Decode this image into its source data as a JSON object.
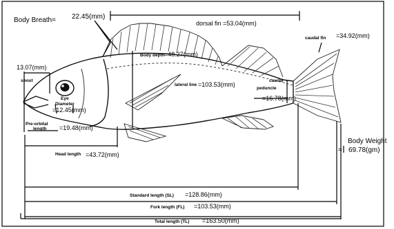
{
  "labels": {
    "body_breath": "Body Breath=",
    "body_breath_value": "22.45(mm)",
    "dorsal_fin": "dorsal fin =53.04(mm)",
    "caudal_fin_label": "caudal fin",
    "caudal_fin_value": "=34.92(mm)",
    "snout_value": "13.07(mm)",
    "snout": "snout",
    "body_depth_label": "Body depth",
    "body_depth_value": "=48.27(mm)",
    "lateral_line_label": "lateral line",
    "lateral_line_value": "=103.53(mm)",
    "eye_label": "Eye",
    "diameter_label": "Diameter",
    "eye_value": "=12.45(mm)",
    "caudal_word": "caudal",
    "peduncle": "peduncle",
    "peduncle_value": "=16.78(mm)",
    "pre_orbital": "Pre-orbital",
    "length": "length",
    "pre_orbital_value": "=19.48(mm)",
    "head_length_label": "Head length",
    "head_length_value": "=43.72(mm)",
    "body_weight_label": "Body Weight",
    "body_weight_value": "69.78(gm)",
    "standard_length_label": "Standard length (SL)",
    "standard_length_value": "=128.86(mm)",
    "fork_length_label": "Fork length (FL)",
    "fork_length_value": "=103.53(mm)",
    "total_length_label": "Total length (TL)",
    "total_length_value": "=163.50(mm)"
  }
}
